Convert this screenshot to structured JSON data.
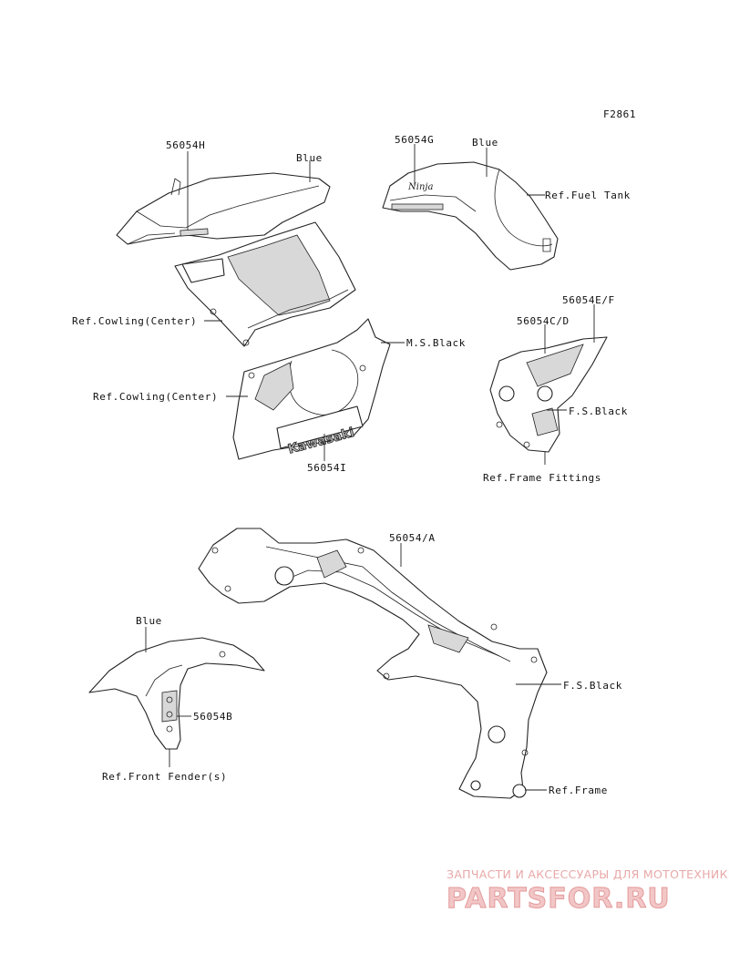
{
  "figure_code": "F2861",
  "labels": {
    "p_56054h": "56054H",
    "blue_top": "Blue",
    "p_56054g": "56054G",
    "blue_tank": "Blue",
    "ref_fuel_tank": "Ref.Fuel Tank",
    "ref_cowling_center_1": "Ref.Cowling(Center)",
    "ms_black": "M.S.Black",
    "ref_cowling_center_2": "Ref.Cowling(Center)",
    "p_56054i": "56054I",
    "p_56054ef": "56054E/F",
    "p_56054cd": "56054C/D",
    "fs_black_1": "F.S.Black",
    "ref_frame_fittings": "Ref.Frame Fittings",
    "p_56054a": "56054/A",
    "blue_fender": "Blue",
    "p_56054b": "56054B",
    "ref_front_fender": "Ref.Front Fender(s)",
    "fs_black_2": "F.S.Black",
    "ref_frame": "Ref.Frame"
  },
  "decal_text": {
    "kawasaki": "Kawasaki",
    "ninja": "Ninja"
  },
  "watermark": {
    "subtitle": "ЗАПЧАСТИ И АКСЕССУАРЫ ДЛЯ МОТОТЕХНИКИ",
    "brand": "PARTSFOR.RU"
  }
}
